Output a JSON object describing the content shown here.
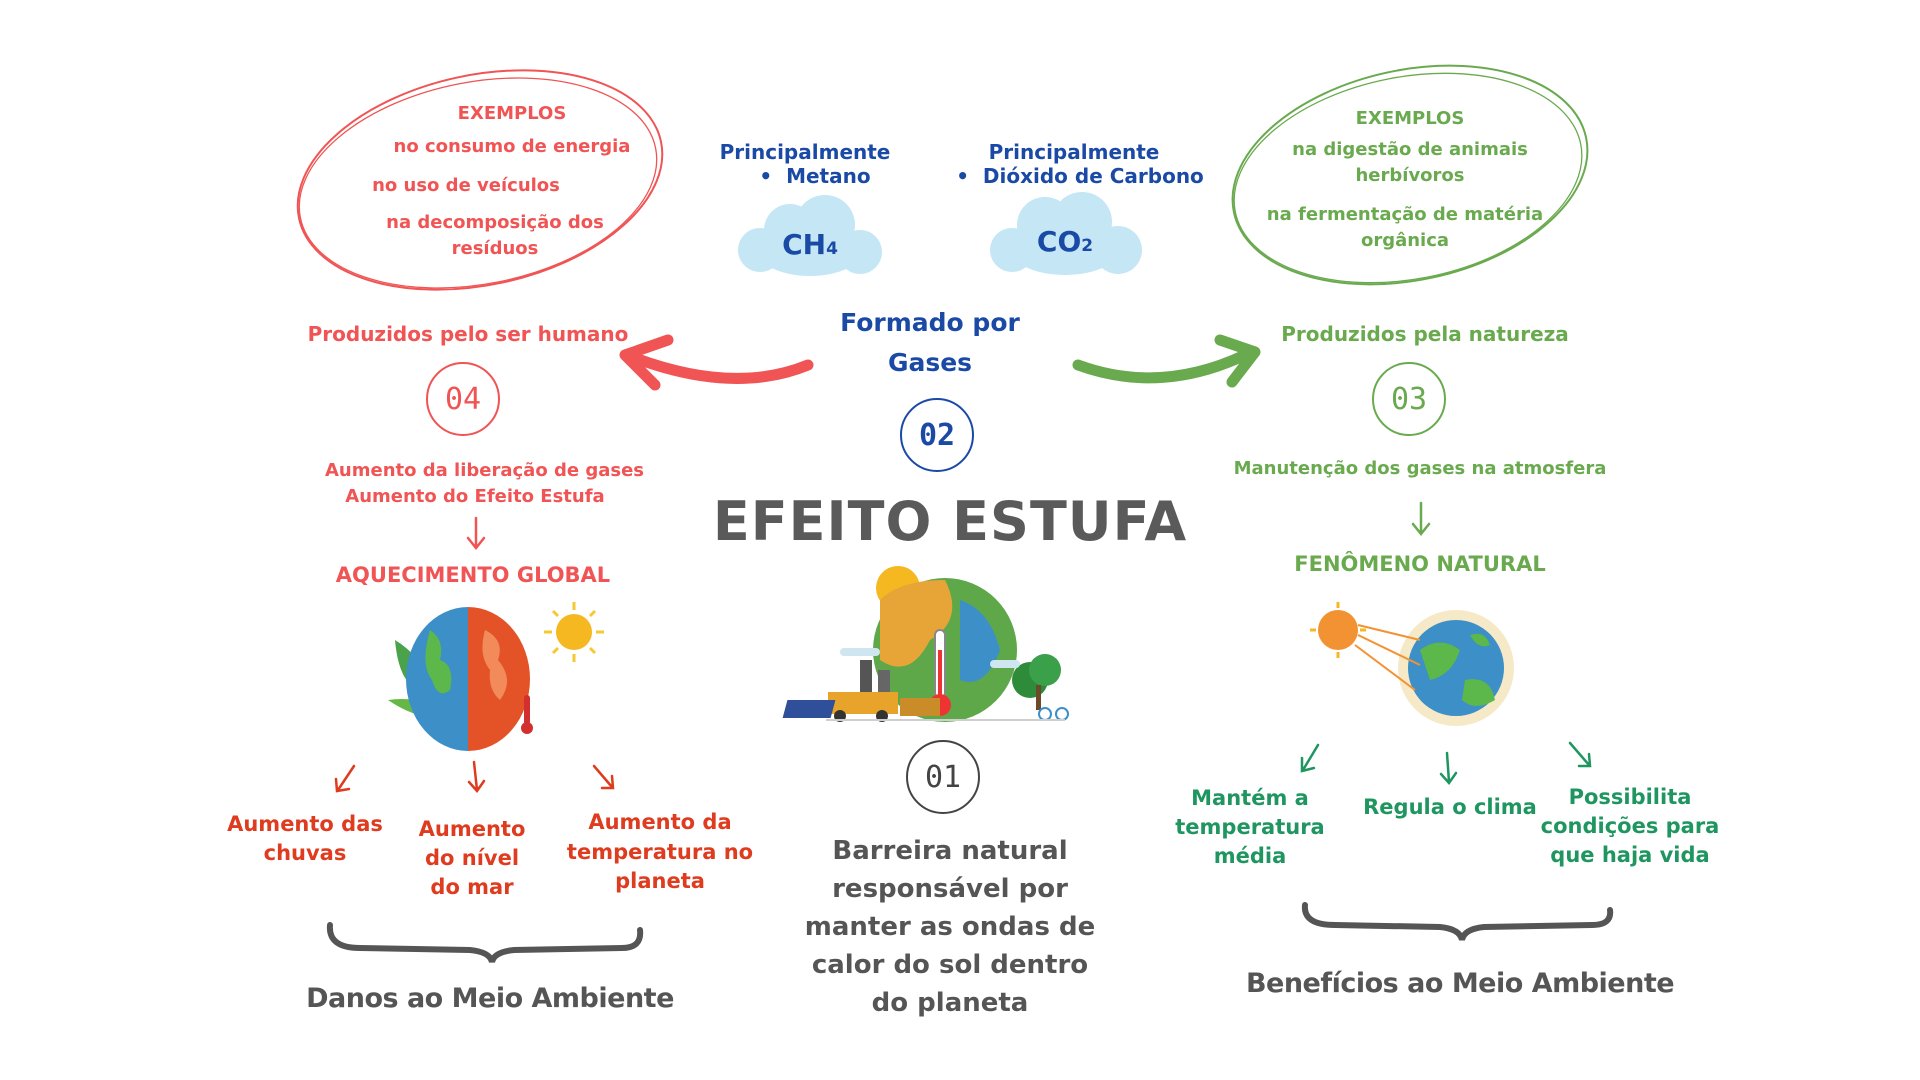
{
  "center": {
    "title": "EFEITO ESTUFA",
    "formed_by": [
      "Formado por",
      "Gases"
    ],
    "num_01": "01",
    "num_02": "02",
    "barrier_lines": [
      "Barreira natural",
      "responsável por",
      "manter as ondas de",
      "calor do sol dentro",
      "do planeta"
    ]
  },
  "gases": {
    "methane": {
      "heading": "Principalmente",
      "bullet": "Metano",
      "formula": "CH",
      "sub": "4"
    },
    "co2": {
      "heading": "Principalmente",
      "bullet": "Dióxido de Carbono",
      "formula": "CO",
      "sub": "2"
    }
  },
  "human": {
    "examples_title": "EXEMPLOS",
    "examples": [
      "no consumo de energia",
      "no uso de veículos",
      "na decomposição dos",
      "resíduos"
    ],
    "produced": "Produzidos pelo ser humano",
    "num": "04",
    "effects": [
      "Aumento da liberação de gases",
      "Aumento do Efeito Estufa"
    ],
    "global": "AQUECIMENTO GLOBAL",
    "damages": [
      [
        "Aumento das",
        "chuvas"
      ],
      [
        "Aumento",
        "do nível",
        "do mar"
      ],
      [
        "Aumento da",
        "temperatura no",
        "planeta"
      ]
    ],
    "damages_title": "Danos ao Meio Ambiente"
  },
  "nature": {
    "examples_title": "EXEMPLOS",
    "examples": [
      "na digestão de animais",
      "herbívoros",
      "na fermentação de matéria",
      "orgânica"
    ],
    "produced": "Produzidos pela natureza",
    "num": "03",
    "effect": "Manutenção dos gases na atmosfera",
    "phenomenon": "FENÔMENO NATURAL",
    "benefits": [
      [
        "Mantém a",
        "temperatura",
        "média"
      ],
      [
        "Regula o clima"
      ],
      [
        "Possibilita",
        "condições para",
        "que haja vida"
      ]
    ],
    "benefits_title": "Benefícios ao Meio Ambiente"
  },
  "colors": {
    "human": "#f05454",
    "human_dark": "#de3b1f",
    "nature": "#6aaa4f",
    "nature_dark": "#1f9660",
    "gas": "#1a4aa6",
    "cloud": "#c4e6f5",
    "gray": "#555555"
  }
}
